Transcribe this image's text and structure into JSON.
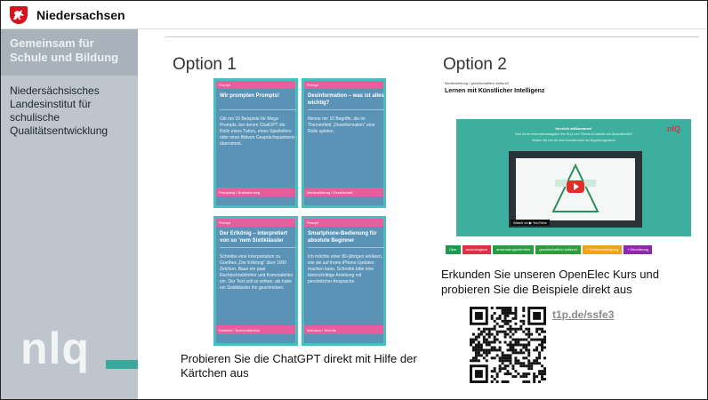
{
  "header": {
    "brand": "Niedersachsen"
  },
  "sidebar": {
    "heading": "Gemeinsam für Schule und Bildung",
    "institute": "Niedersächsisches Landesinstitut für schulische Qualitätsentwicklung",
    "logo": "nlq",
    "accent_color": "#3aa89b"
  },
  "main": {
    "option1": {
      "title": "Option 1",
      "caption": "Probieren Sie die ChatGPT direkt mit Hilfe der Kärtchen aus",
      "cards": [
        {
          "tag": "Prompt",
          "title": "Wir prompten Prompts!",
          "body": "Gib mir 10 Beispiele für Mega Prompts, bei denen ChatGPT die Rolle eines Tutors, eines Spielleiters oder einer fiktiven Gesprächspartnerin übernimmt.",
          "footer": "Prompting / Brainstorming"
        },
        {
          "tag": "Prompt",
          "title": "Desinformation – was ist alles wichtig?",
          "body": "Nenne mir 10 Begriffe, die im Themenfeld „Desinformation“ eine Rolle spielen.",
          "footer": "Medienbildung / Gesellschaft"
        },
        {
          "tag": "Prompt",
          "title": "Der Erlkönig – interpretiert von so ’nem Sixtiklässler",
          "body": "Schreibe eine Interpretation zu Goethes „Der Erlkönig“ über 1000 Zeichen. Baue ein paar Rechtschreibfehler und Kommafehler ein. Der Text soll so wirken, als habe ein Sixtiklässler ihn geschrieben.",
          "footer": "Deutsch / Textverständnis"
        },
        {
          "tag": "Prompt",
          "title": "Smartphone-Bedienung für absolute Beginner",
          "body": "Ich möchte einer 80-jährigen erklären, wie sie auf ihrem iPhone Updates machen kann. Schreibe bitte eine kleinschrittige Anleitung mit persönlicher Ansprache.",
          "footer": "Inklusion / Technik"
        }
      ]
    },
    "option2": {
      "title": "Option 2",
      "breadcrumb": "Medienbildung  /  gesellschaftlich-kulturell",
      "course_title": "Lernen mit Künstlicher Intelligenz",
      "panel_welcome": "Herzlich willkommen!",
      "panel_sub": "Dies ist ein Informationsangebot des NLQ zum Thema #Chatbots und #kuenstlicheKI",
      "panel_sub2": "Klicken Sie hier für eine Kursübersicht als Begrüßungsvideo!",
      "panel_logo": "nlQ",
      "watch_label": "Watch on ▶ YouTube",
      "tags": [
        {
          "label": "Über",
          "color": "#1e9a50"
        },
        {
          "label": "technologisch",
          "color": "#d93346"
        },
        {
          "label": "anwendungsorientiert",
          "color": "#2a9c41"
        },
        {
          "label": "gesellschaftlich-kulturell",
          "color": "#2f9e3a"
        },
        {
          "label": "+ Schülerbeteiligung",
          "color": "#efa21b"
        },
        {
          "label": "+ Einordnung",
          "color": "#8e2aa8"
        }
      ],
      "caption": "Erkunden Sie unseren OpenElec Kurs und probieren Sie die Beispiele direkt aus",
      "qr_link": "t1p.de/ssfe3"
    }
  },
  "colors": {
    "card_blue": "#5b93b6",
    "card_border": "#48bfbe",
    "card_pink": "#e85d9b",
    "panel_teal": "#3daf9e"
  },
  "icons": {
    "crest": "niedersachsen-horse-crest-icon",
    "play": "youtube-play-icon",
    "qr": "qr-code"
  }
}
